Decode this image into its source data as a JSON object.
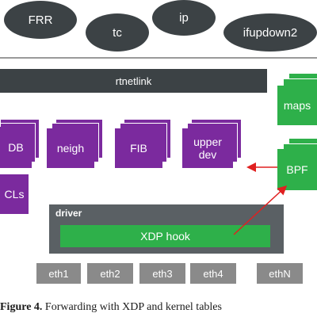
{
  "userspace": {
    "frr": "FRR",
    "tc": "tc",
    "ip": "ip",
    "ifupdown2": "ifupdown2"
  },
  "kernel": {
    "rtnetlink": "rtnetlink",
    "tables": {
      "db": "DB",
      "neigh": "neigh",
      "fib": "FIB",
      "upper_dev": "upper\ndev",
      "acls": "CLs"
    },
    "maps": "maps",
    "bpf": "BPF",
    "driver": "driver",
    "xdp_hook": "XDP hook"
  },
  "interfaces": [
    "eth1",
    "eth2",
    "eth3",
    "eth4",
    "ethN"
  ],
  "caption": {
    "label": "Figure 4.",
    "text": "Forwarding with XDP and kernel tables"
  },
  "colors": {
    "dark": "#3c4245",
    "purple": "#7b2a9e",
    "green": "#2eb04a",
    "gray": "#8a8a8a",
    "arrow": "#e02020"
  }
}
